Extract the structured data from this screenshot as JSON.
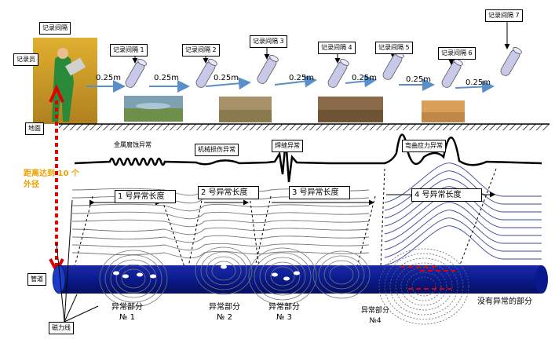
{
  "labels": {
    "recorder": "记录员",
    "ground": "地面",
    "pipe": "管道",
    "magnetic_lines": "磁力线",
    "distance_note": "距离达到 10 个外径",
    "no_anomaly": "没有异常的部分"
  },
  "intervals": [
    {
      "label": "记录间隔",
      "distance": ""
    },
    {
      "label": "记录间隔 1",
      "distance": "0.25m"
    },
    {
      "label": "记录间隔 2",
      "distance": "0.25m"
    },
    {
      "label": "记录间隔 3",
      "distance": "0.25m"
    },
    {
      "label": "记录间隔 4",
      "distance": "0.25m"
    },
    {
      "label": "记录间隔 5",
      "distance": "0.25m"
    },
    {
      "label": "记录间隔 6",
      "distance": "0.25m"
    },
    {
      "label": "记录间隔 7",
      "distance": "0.25m"
    }
  ],
  "signal_labels": {
    "metal_loss": "金属腐蚀异常",
    "mechanical": "机械损伤异常",
    "weld": "焊缝异常",
    "bending_stress": "弯曲应力异常"
  },
  "segments": [
    {
      "label": "1 号异常长度"
    },
    {
      "label": "2 号异常长度"
    },
    {
      "label": "3 号异常长度"
    },
    {
      "label": "4 号异常长度"
    }
  ],
  "anomalies": [
    {
      "title": "异常部分",
      "no": "№ 1"
    },
    {
      "title": "异常部分",
      "no": "№ 2"
    },
    {
      "title": "异常部分",
      "no": "№ 3"
    },
    {
      "title": "异常部分",
      "no": "№4"
    }
  ],
  "colors": {
    "pipe": "#0a1a8c",
    "red_arrow": "#e00000",
    "sky_arrow": "#5b8fc9",
    "field_lines": "#777777",
    "right_field_lines": "#3b4aa0"
  }
}
